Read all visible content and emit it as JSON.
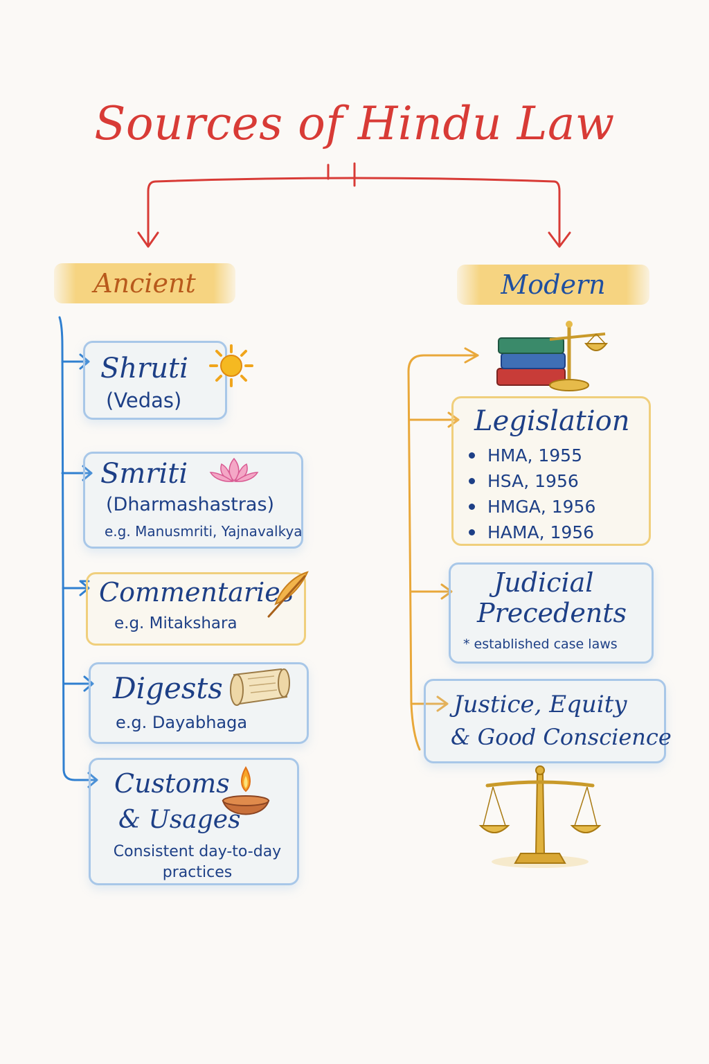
{
  "title": "Sources of Hindu Law",
  "ancient": {
    "label": "Ancient",
    "items": [
      {
        "heading": "Shruti",
        "sub": "(Vedas)",
        "icon": "sun-icon"
      },
      {
        "heading": "Smriti",
        "sub": "(Dharmashastras)",
        "note": "e.g. Manusmriti, Yajnavalkya",
        "icon": "lotus-icon"
      },
      {
        "heading": "Commentaries",
        "note": "e.g. Mitakshara",
        "icon": "quill-icon"
      },
      {
        "heading": "Digests",
        "note": "e.g. Dayabhaga",
        "icon": "scroll-icon"
      },
      {
        "heading": "Customs",
        "sub": "& Usages",
        "note": "Consistent day-to-day practices",
        "icon": "diya-lamp-icon"
      }
    ]
  },
  "modern": {
    "label": "Modern",
    "items": [
      {
        "heading": "Legislation",
        "bullets": [
          "HMA, 1955",
          "HSA, 1956",
          "HMGA, 1956",
          "HAMA, 1956"
        ],
        "icon": "books-and-scales-icon"
      },
      {
        "heading": "Judicial",
        "heading2": "Precedents",
        "note": "* established case laws"
      },
      {
        "heading": "Justice, Equity",
        "heading2": "& Good Conscience",
        "icon": "scales-of-justice-icon"
      }
    ]
  },
  "colors": {
    "title": "#d83b36",
    "ancient_label": "#b85a1c",
    "modern_label": "#1f4fa0",
    "text": "#1d3f86",
    "ancient_connector": "#2f7fd0",
    "modern_connector": "#e9a83a",
    "highlight": "#f4c85a"
  }
}
